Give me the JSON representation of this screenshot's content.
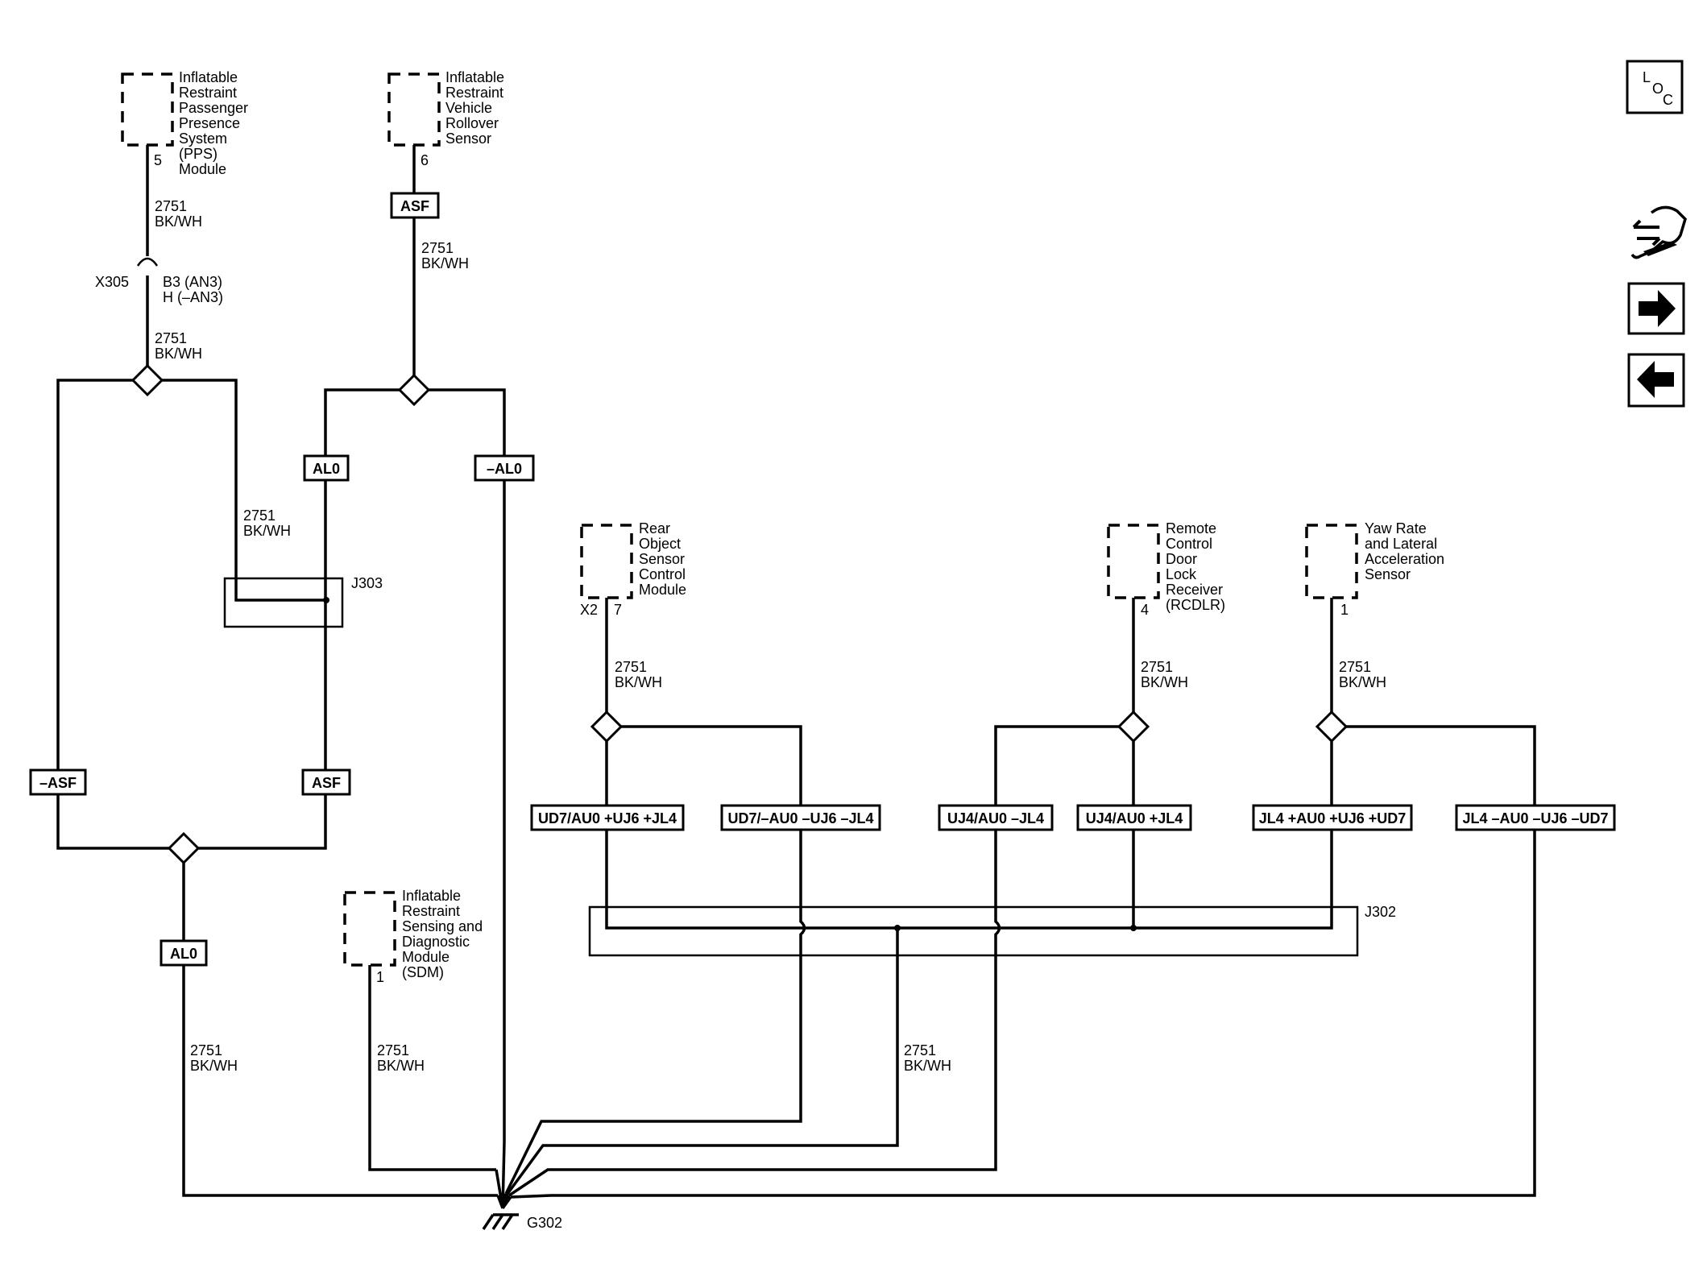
{
  "components": {
    "pps": [
      "Inflatable",
      "Restraint",
      "Passenger",
      "Presence",
      "System",
      "(PPS)",
      "Module"
    ],
    "rollover": [
      "Inflatable",
      "Restraint",
      "Vehicle",
      "Rollover",
      "Sensor"
    ],
    "rear_object": [
      "Rear",
      "Object",
      "Sensor",
      "Control",
      "Module"
    ],
    "rcdlr": [
      "Remote",
      "Control",
      "Door",
      "Lock",
      "Receiver",
      "(RCDLR)"
    ],
    "yaw": [
      "Yaw Rate",
      "and Lateral",
      "Acceleration",
      "Sensor"
    ],
    "sdm": [
      "Inflatable",
      "Restraint",
      "Sensing and",
      "Diagnostic",
      "Module",
      "(SDM)"
    ]
  },
  "pins": {
    "pps": "5",
    "rollover": "6",
    "rear_object_conn": "X2",
    "rear_object": "7",
    "rcdlr": "4",
    "yaw": "1",
    "sdm": "1"
  },
  "wire": {
    "circuit": "2751",
    "color": "BK/WH"
  },
  "inline_connector": {
    "name": "X305",
    "pin_line1": "B3 (AN3)",
    "pin_line2": "H (–AN3)"
  },
  "options": {
    "asf": "ASF",
    "not_asf": "–ASF",
    "al0": "AL0",
    "not_al0": "–AL0",
    "opt1": "UD7/AU0 +UJ6 +JL4",
    "opt2": "UD7/–AU0 –UJ6 –JL4",
    "opt3": "UJ4/AU0 –JL4",
    "opt4": "UJ4/AU0 +JL4",
    "opt5": "JL4 +AU0 +UJ6 +UD7",
    "opt6": "JL4 –AU0 –UJ6 –UD7"
  },
  "splices": {
    "j303": "J303",
    "j302": "J302"
  },
  "ground": "G302",
  "nav": {
    "loc_l": "L",
    "loc_o": "O",
    "loc_c": "C",
    "loc_name": "loc-icon",
    "service_name": "service-info-icon",
    "next_name": "arrow-right-icon",
    "prev_name": "arrow-left-icon"
  }
}
